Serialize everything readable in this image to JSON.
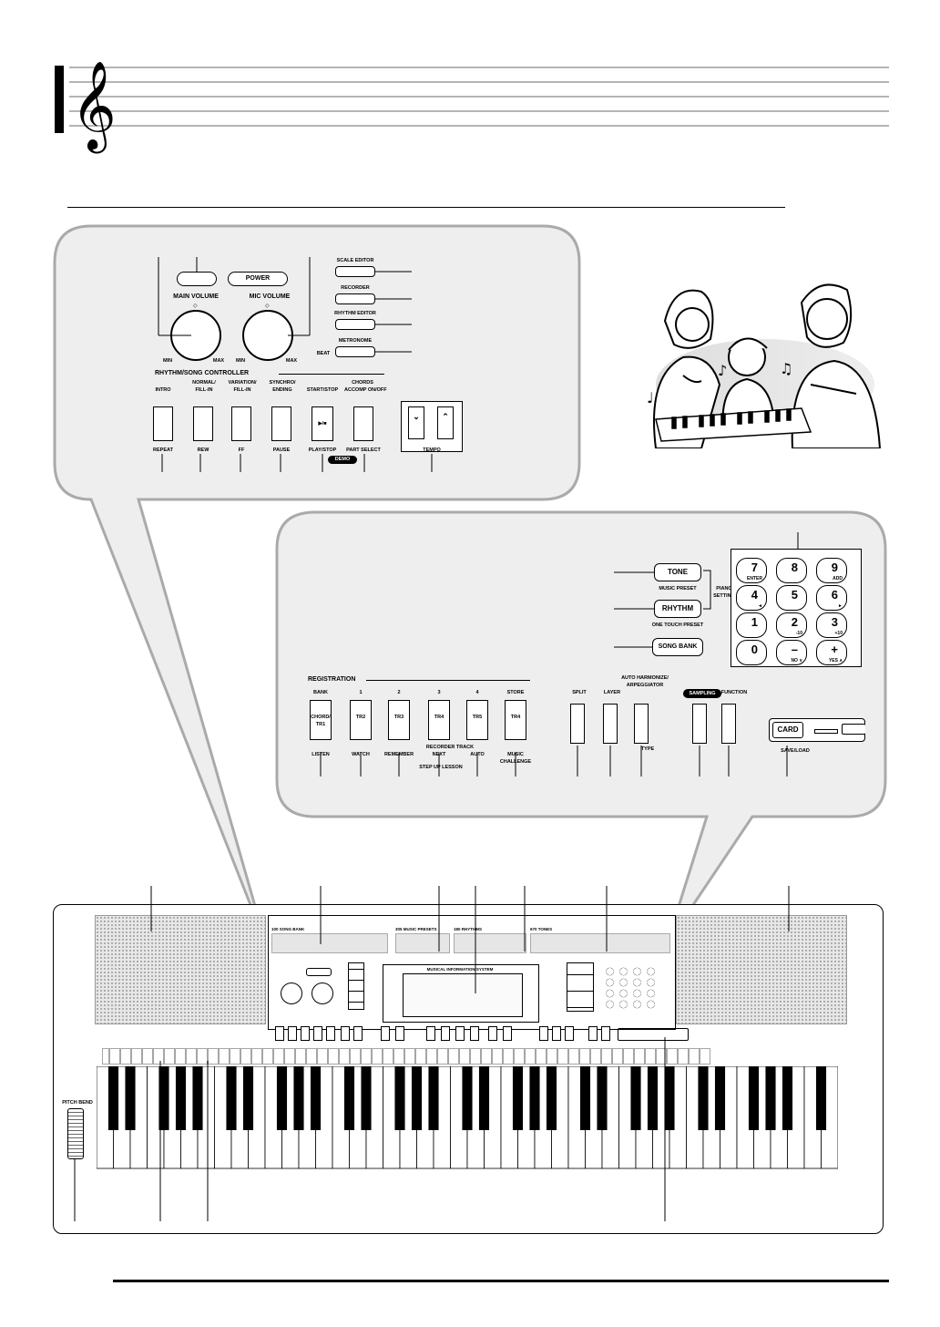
{
  "top_controls": {
    "power_label": "POWER",
    "main_volume_label": "MAIN VOLUME",
    "mic_volume_label": "MIC VOLUME",
    "min_label": "MIN",
    "max_label": "MAX",
    "side_buttons": [
      "SCALE EDITOR",
      "RECORDER",
      "RHYTHM EDITOR",
      "METRONOME"
    ],
    "beat_label": "BEAT",
    "rhythm_song_controller_label": "RHYTHM/SONG CONTROLLER",
    "controller_top_labels": [
      "INTRO",
      "NORMAL/ FILL-IN",
      "VARIATION/ FILL-IN",
      "SYNCHRO/ ENDING",
      "START/STOP",
      "ACCOMP ON/OFF"
    ],
    "chords_label": "CHORDS",
    "controller_bottom_labels": [
      "REPEAT",
      "REW",
      "FF",
      "PAUSE",
      "PLAY/STOP",
      "PART SELECT"
    ],
    "play_stop_glyph": "▶/■",
    "demo_label": "DEMO",
    "tempo_label": "TEMPO",
    "tempo_glyphs": [
      "⌄",
      "⌃"
    ]
  },
  "bottom_controls": {
    "tone_label": "TONE",
    "music_preset_label": "MUSIC PRESET",
    "rhythm_label": "RHYTHM",
    "one_touch_preset_label": "ONE TOUCH PRESET",
    "song_bank_label": "SONG BANK",
    "piano_setting_label": "PIANO SETTING",
    "number_keys": [
      {
        "num": "7",
        "sub": "ENTER"
      },
      {
        "num": "8",
        "sub": ""
      },
      {
        "num": "9",
        "sub": "ADD"
      },
      {
        "num": "4",
        "sub": "◄"
      },
      {
        "num": "5",
        "sub": ""
      },
      {
        "num": "6",
        "sub": "►"
      },
      {
        "num": "1",
        "sub": ""
      },
      {
        "num": "2",
        "sub": "-10"
      },
      {
        "num": "3",
        "sub": "+10"
      },
      {
        "num": "0",
        "sub": ""
      },
      {
        "num": "–",
        "sub": "NO ∨"
      },
      {
        "num": "+",
        "sub": "YES ∧"
      }
    ],
    "registration_label": "REGISTRATION",
    "registration_top_labels": [
      "BANK",
      "1",
      "2",
      "3",
      "4",
      "STORE"
    ],
    "registration_buttons": [
      "CHORD/ TR1",
      "TR2",
      "TR3",
      "TR4",
      "TR5",
      "TR4"
    ],
    "recorder_track_label": "RECORDER TRACK",
    "lesson_labels": [
      "LISTEN",
      "WATCH",
      "REMEMBER",
      "NEXT",
      "AUTO",
      "MUSIC CHALLENGE"
    ],
    "step_up_lesson_label": "STEP UP LESSON",
    "split_label": "SPLIT",
    "layer_label": "LAYER",
    "auto_harmonize_label": "AUTO HARMONIZE/ ARPEGGIATOR",
    "type_label": "TYPE",
    "sampling_label": "SAMPLING",
    "function_label": "FUNCTION",
    "card_label": "CARD",
    "save_load_label": "SAVE/LOAD"
  },
  "keyboard": {
    "display_title": "MUSICAL INFORMATION SYSTEM",
    "pitch_bend_label": "PITCH BEND",
    "bank_strip_labels": [
      "100 SONG BANK",
      "305 MUSIC PRESETS",
      "180 RHYTHMS",
      "670 TONES"
    ]
  }
}
